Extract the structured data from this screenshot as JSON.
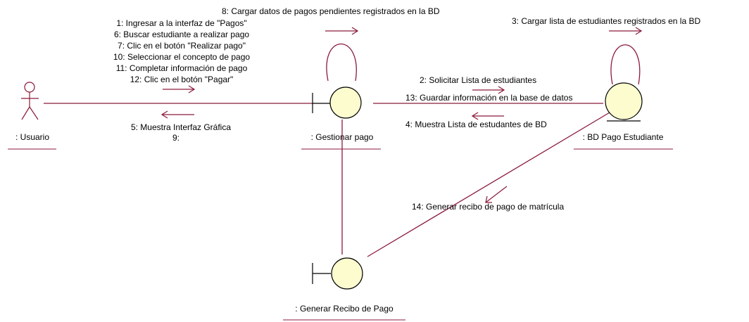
{
  "colors": {
    "line": "#8b1a3a",
    "object_fill": "#fdfccf",
    "outline": "#000000",
    "text": "#000000"
  },
  "objects": {
    "actor": {
      "name": ": Usuario",
      "icon": "actor-stick-figure-icon"
    },
    "boundary_gestionar": {
      "name": ": Gestionar pago",
      "icon": "boundary-icon"
    },
    "entity_bd": {
      "name": ": BD Pago Estudiante",
      "icon": "entity-icon"
    },
    "boundary_recibo": {
      "name": ": Generar Recibo de Pago",
      "icon": "boundary-icon"
    }
  },
  "messages": {
    "actor_to_gestionar": [
      "1: Ingresar a la interfaz de \"Pagos\"",
      "6: Buscar estudiante a realizar pago",
      "7: Clic en el botón \"Realizar pago\"",
      "10: Seleccionar el concepto de pago",
      "11: Completar información de pago",
      "12: Clic en el botón \"Pagar\""
    ],
    "gestionar_to_actor": [
      "5: Muestra Interfaz Gráfica",
      "9:"
    ],
    "gestionar_self": "8: Cargar datos de pagos pendientes registrados en la BD",
    "bd_self": "3: Cargar lista de estudiantes registrados en la BD",
    "gestionar_to_bd_1": "2: Solicitar Lista de estudiantes",
    "gestionar_to_bd_2": "13: Guardar información en la base de datos",
    "bd_to_gestionar": "4: Muestra Lista de estudantes de BD",
    "bd_to_recibo": "14: Generar recibo de pago de matrícula"
  }
}
